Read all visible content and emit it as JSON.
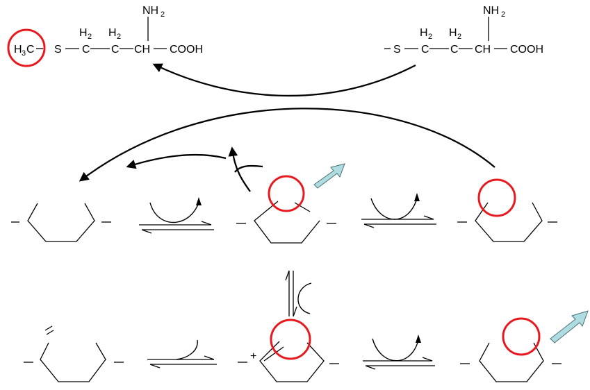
{
  "molecules": {
    "left": {
      "methyl": "H",
      "methyl_sub": "3",
      "methyl_c": "C",
      "sulfur": "S",
      "ch2_a_h": "H",
      "ch2_a_sub": "2",
      "ch2_a_c": "C",
      "ch2_b_h": "H",
      "ch2_b_sub": "2",
      "ch2_b_c": "C",
      "alpha": "CH",
      "carboxyl": "COOH",
      "amine": "NH",
      "amine_sub": "2"
    },
    "right": {
      "sulfur": "S",
      "ch2_a_h": "H",
      "ch2_a_sub": "2",
      "ch2_a_c": "C",
      "ch2_b_h": "H",
      "ch2_b_sub": "2",
      "ch2_b_c": "C",
      "alpha": "CH",
      "carboxyl": "COOH",
      "amine": "NH",
      "amine_sub": "2"
    }
  },
  "charge_label": "+",
  "colors": {
    "highlight": "#e8191e",
    "callout_arrow": "#aedce1",
    "ink": "#000000"
  }
}
